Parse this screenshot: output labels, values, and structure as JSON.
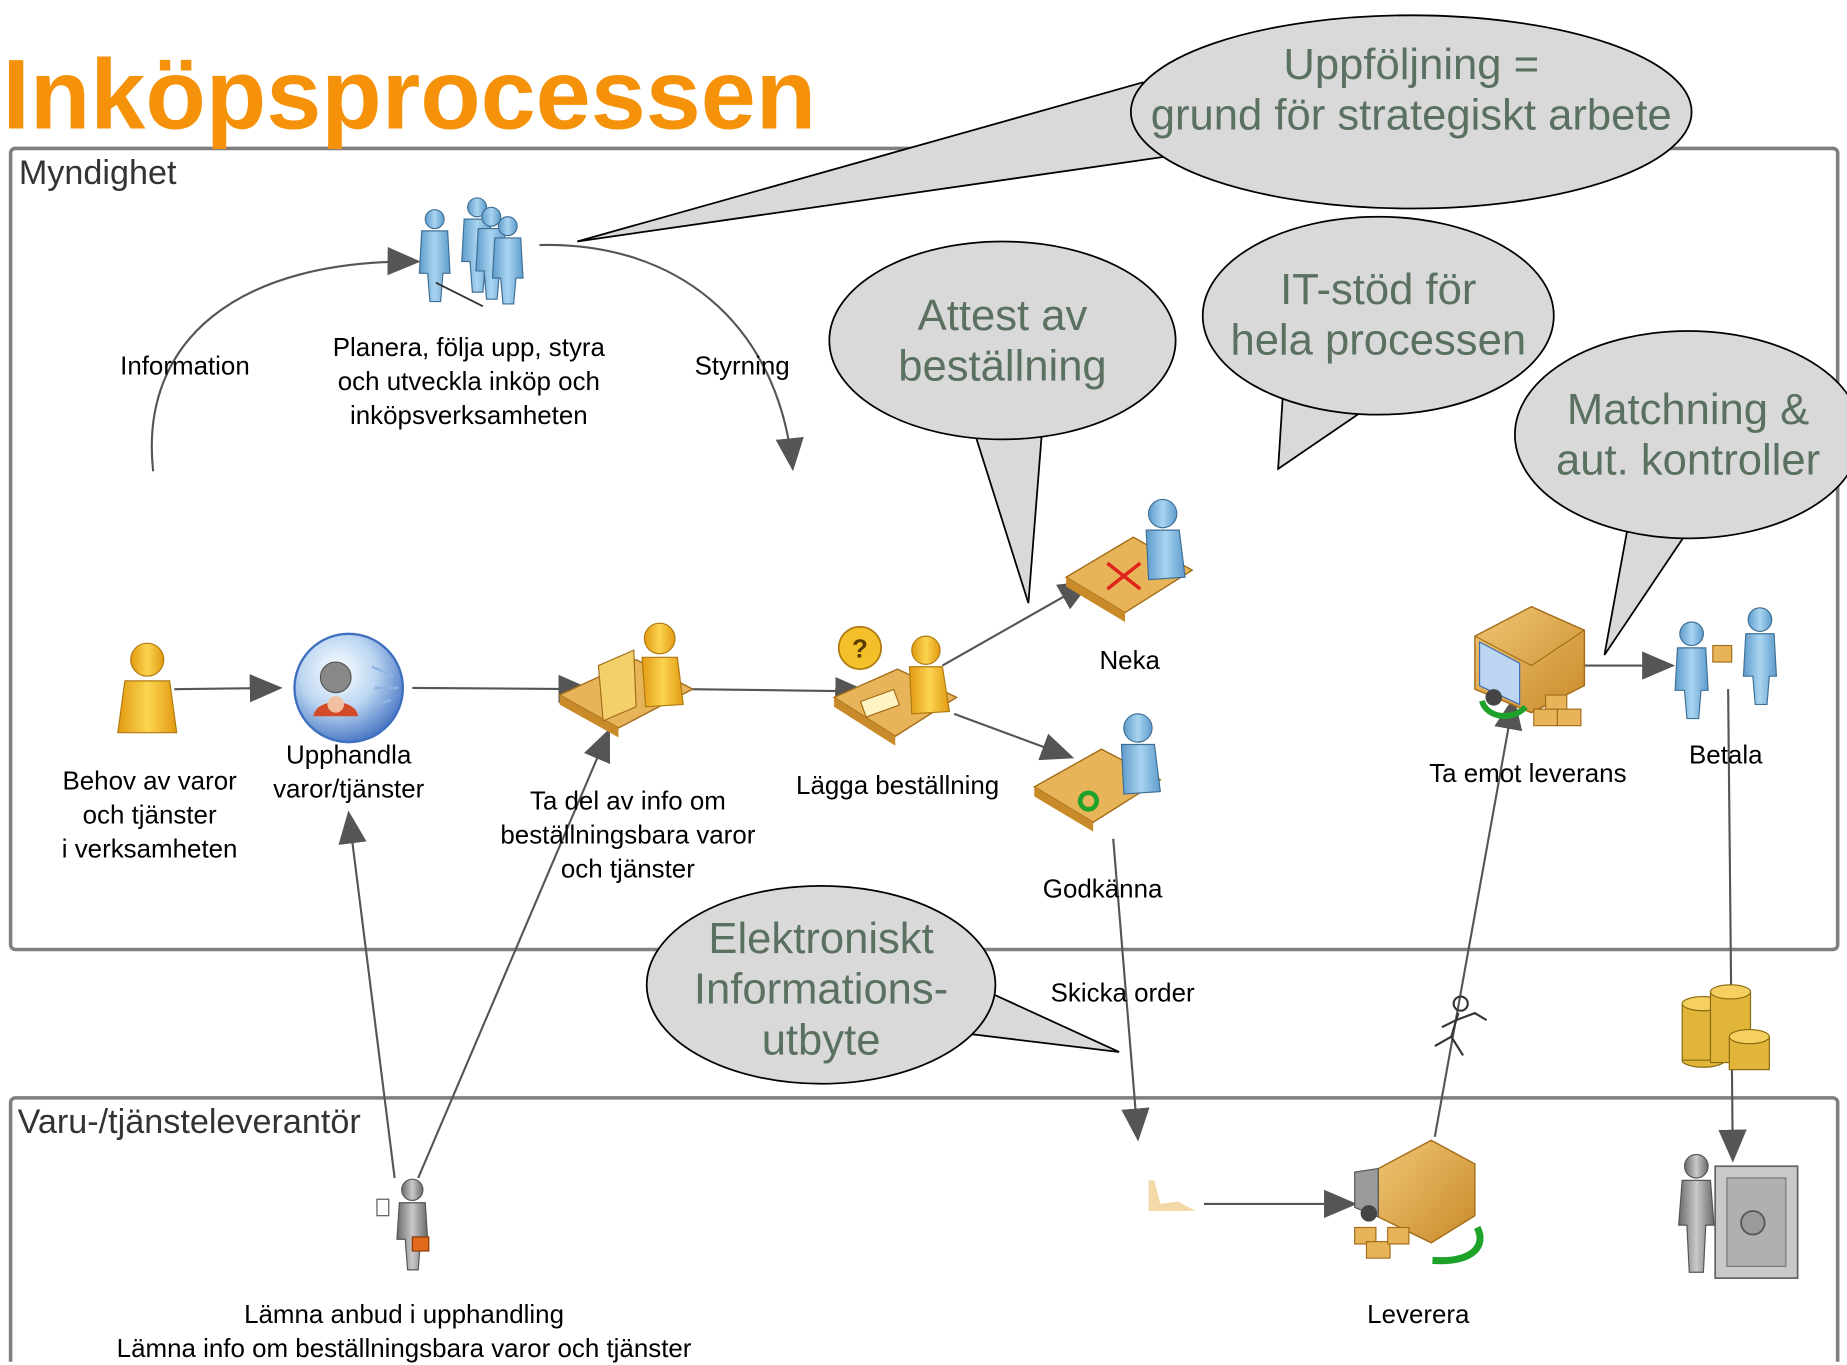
{
  "title": "Inköpsprocessen",
  "lanes": {
    "agency": "Myndighet",
    "supplier": "Varu-/tjänsteleverantör"
  },
  "callouts": {
    "followup": [
      "Uppföljning =",
      "grund för strategiskt arbete"
    ],
    "attest": [
      "Attest av",
      "beställning"
    ],
    "it_support": [
      "IT-stöd för",
      "hela processen"
    ],
    "matching": [
      "Matchning &",
      "aut. kontroller"
    ],
    "edi": [
      "Elektroniskt",
      "Informations-",
      "utbyte"
    ]
  },
  "labels": {
    "information": "Information",
    "planning": [
      "Planera, följa upp, styra",
      "och utveckla inköp och",
      "inköpsverksamheten"
    ],
    "steering": "Styrning",
    "need": [
      "Behov av varor",
      "och tjänster",
      "i verksamheten"
    ],
    "procure": [
      "Upphandla",
      "varor/tjänster"
    ],
    "info": [
      "Ta del av info om",
      "beställningsbara varor",
      "och tjänster"
    ],
    "order": "Lägga beställning",
    "reject": "Neka",
    "approve": "Godkänna",
    "send_order": "Skicka order",
    "receive": "Ta emot leverans",
    "pay": "Betala",
    "bid": [
      "Lämna anbud i upphandling",
      "Lämna info om beställningsbara varor och tjänster"
    ],
    "deliver": "Leverera"
  },
  "colors": {
    "title": "#f5920a",
    "bubble_fill": "#d9d9d9",
    "bubble_text": "#5a7060",
    "lane_border": "#7f7f7f",
    "person_blue": "#8fc3e6",
    "person_yellow": "#f6c02a",
    "desk": "#e8b45a",
    "box": "#d9a04a",
    "coins": "#e0b53a"
  },
  "icons": [
    "planning-team-icon",
    "need-person-icon",
    "procure-globe-icon",
    "info-desk-icon",
    "order-desk-icon",
    "reject-desk-icon",
    "approve-desk-icon",
    "receive-truck-icon",
    "pay-people-icon",
    "supplier-person-icon",
    "deliver-truck-icon",
    "running-man-icon",
    "coins-icon",
    "safe-icon"
  ]
}
